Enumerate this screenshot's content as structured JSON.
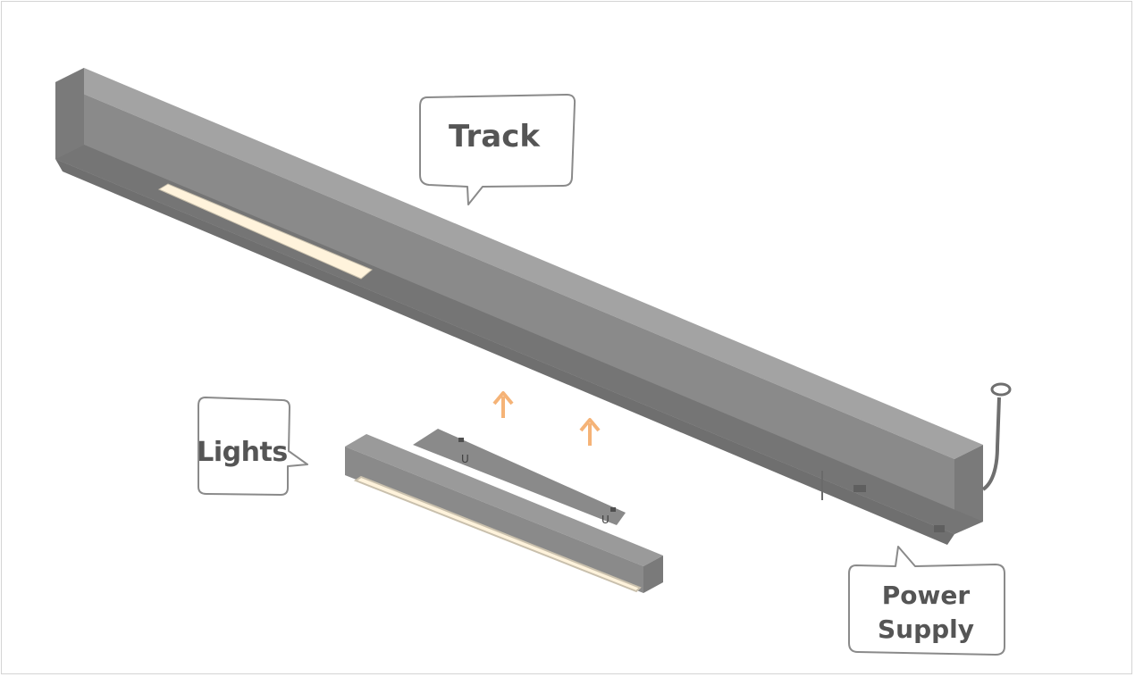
{
  "labels": {
    "track": "Track",
    "lights": "Lights",
    "power_supply_line1": "Power",
    "power_supply_line2": "Supply"
  },
  "colors": {
    "housing": "#8a8a8a",
    "housing_dark": "#6f6f6f",
    "housing_light": "#a3a3a3",
    "led_strip": "#fff3dc",
    "arrow": "#f5b377",
    "callout_stroke": "#8a8a8a",
    "label_text": "#555555"
  }
}
